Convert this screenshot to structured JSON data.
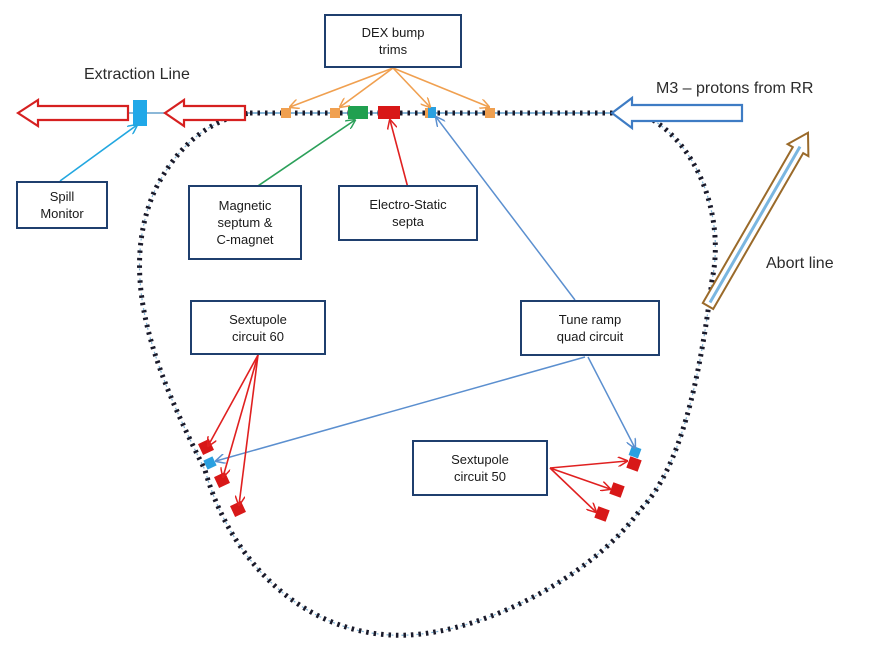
{
  "labels": {
    "extraction_line": "Extraction Line",
    "m3": "M3 – protons from RR",
    "abort_line": "Abort line",
    "dex_bump_trims": "DEX bump\ntrims",
    "spill_monitor": "Spill\nMonitor",
    "magnetic_septum": "Magnetic\nseptum &\nC-magnet",
    "electrostatic_septa": "Electro-Static\nsepta",
    "tune_ramp": "Tune ramp\nquad circuit",
    "sextupole_60": "Sextupole\ncircuit 60",
    "sextupole_50": "Sextupole\ncircuit 50"
  },
  "colors": {
    "box_border": "#1f3f6e",
    "extraction_arrow": "#d62020",
    "m3_arrow": "#3e7cc4",
    "abort_arrow_outline": "#9a6a2a",
    "abort_arrow_inner": "#7ab6e0",
    "dex_pointer": "#f0a050",
    "spill_pointer": "#22a7e0",
    "septum_pointer": "#2ca05a",
    "electrostatic_pointer": "#e02020",
    "tune_pointer": "#5b8fcf",
    "sextupole_pointer": "#e02020",
    "ring_element_dark": "#1a1a2a",
    "ring_element_light": "#5aaad8",
    "sextupole_magnet": "#d81818",
    "tune_quad_magnet": "#2aa0e0",
    "dex_trim_magnet": "#f0a050",
    "septum_magnet": "#20a050",
    "monitor_block": "#20a8e8"
  }
}
